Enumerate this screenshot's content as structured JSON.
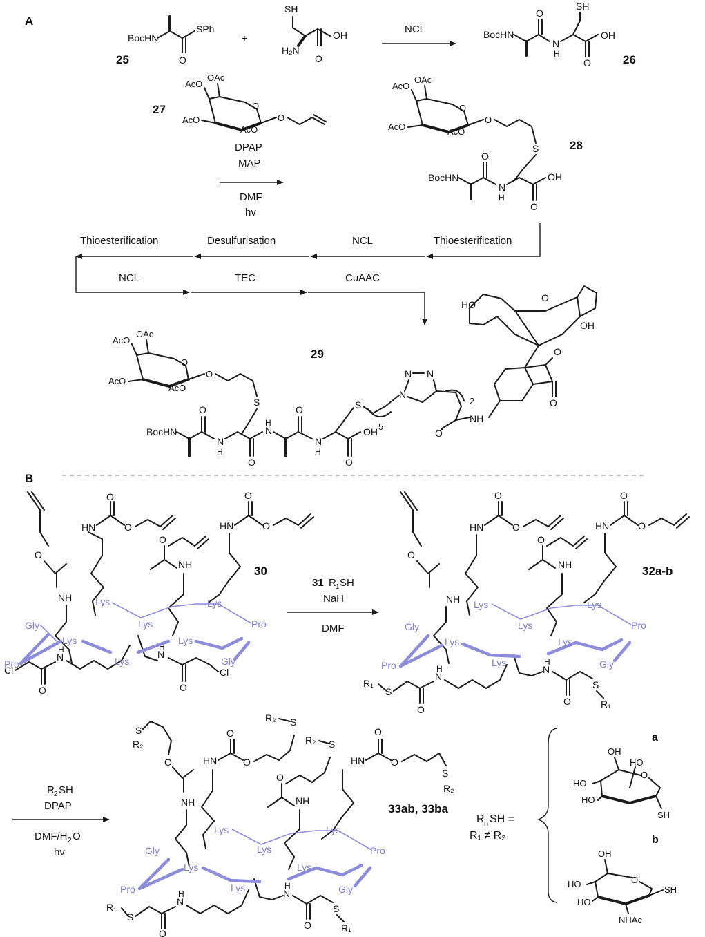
{
  "panels": {
    "a": "A",
    "b": "B"
  },
  "compounds": {
    "c25": "25",
    "c26": "26",
    "c27": "27",
    "c28": "28",
    "c29": "29",
    "c30": "30",
    "c32": "32a-b",
    "c33": "33ab, 33ba",
    "ca": "a",
    "cb": "b"
  },
  "reagents": {
    "ncl": "NCL",
    "dpap": "DPAP",
    "map": "MAP",
    "dmf": "DMF",
    "hv": "hv",
    "thioest1": "Thioesterification",
    "desulf": "Desulfurisation",
    "ncl2": "NCL",
    "thioest2": "Thioesterification",
    "ncl3": "NCL",
    "tec": "TEC",
    "cuaac": "CuAAC",
    "r31_num": "31",
    "r31_rsh": "R",
    "r31_sub": "1",
    "r31_sh": "SH",
    "nah": "NaH",
    "dmf2": "DMF",
    "r2sh_r": "R",
    "r2sh_sub": "2",
    "r2sh_sh": "SH",
    "dpap2": "DPAP",
    "dmfh2o": "DMF/H",
    "dmfh2o_sub": "2",
    "dmfh2o_o": "O",
    "hv2": "hv"
  },
  "definition": {
    "line1_r": "R",
    "line1_sub": "n",
    "line1_rest": "SH =",
    "line2": "R₁ ≠ R₂"
  },
  "atoms": {
    "bochn": "BocHN",
    "sph": "SPh",
    "sh": "SH",
    "h2n": "H₂N",
    "oh": "OH",
    "o": "O",
    "n": "N",
    "h": "H",
    "s": "S",
    "aco": "AcO",
    "oac": "OAc",
    "ho": "HO",
    "nhac": "NHAc",
    "nh": "NH",
    "hn": "HN",
    "cl": "Cl",
    "r1": "R₁",
    "r2": "R₂",
    "five": "5",
    "two": "2"
  },
  "residues": {
    "lys": "Lys",
    "gly": "Gly",
    "pro": "Pro"
  }
}
